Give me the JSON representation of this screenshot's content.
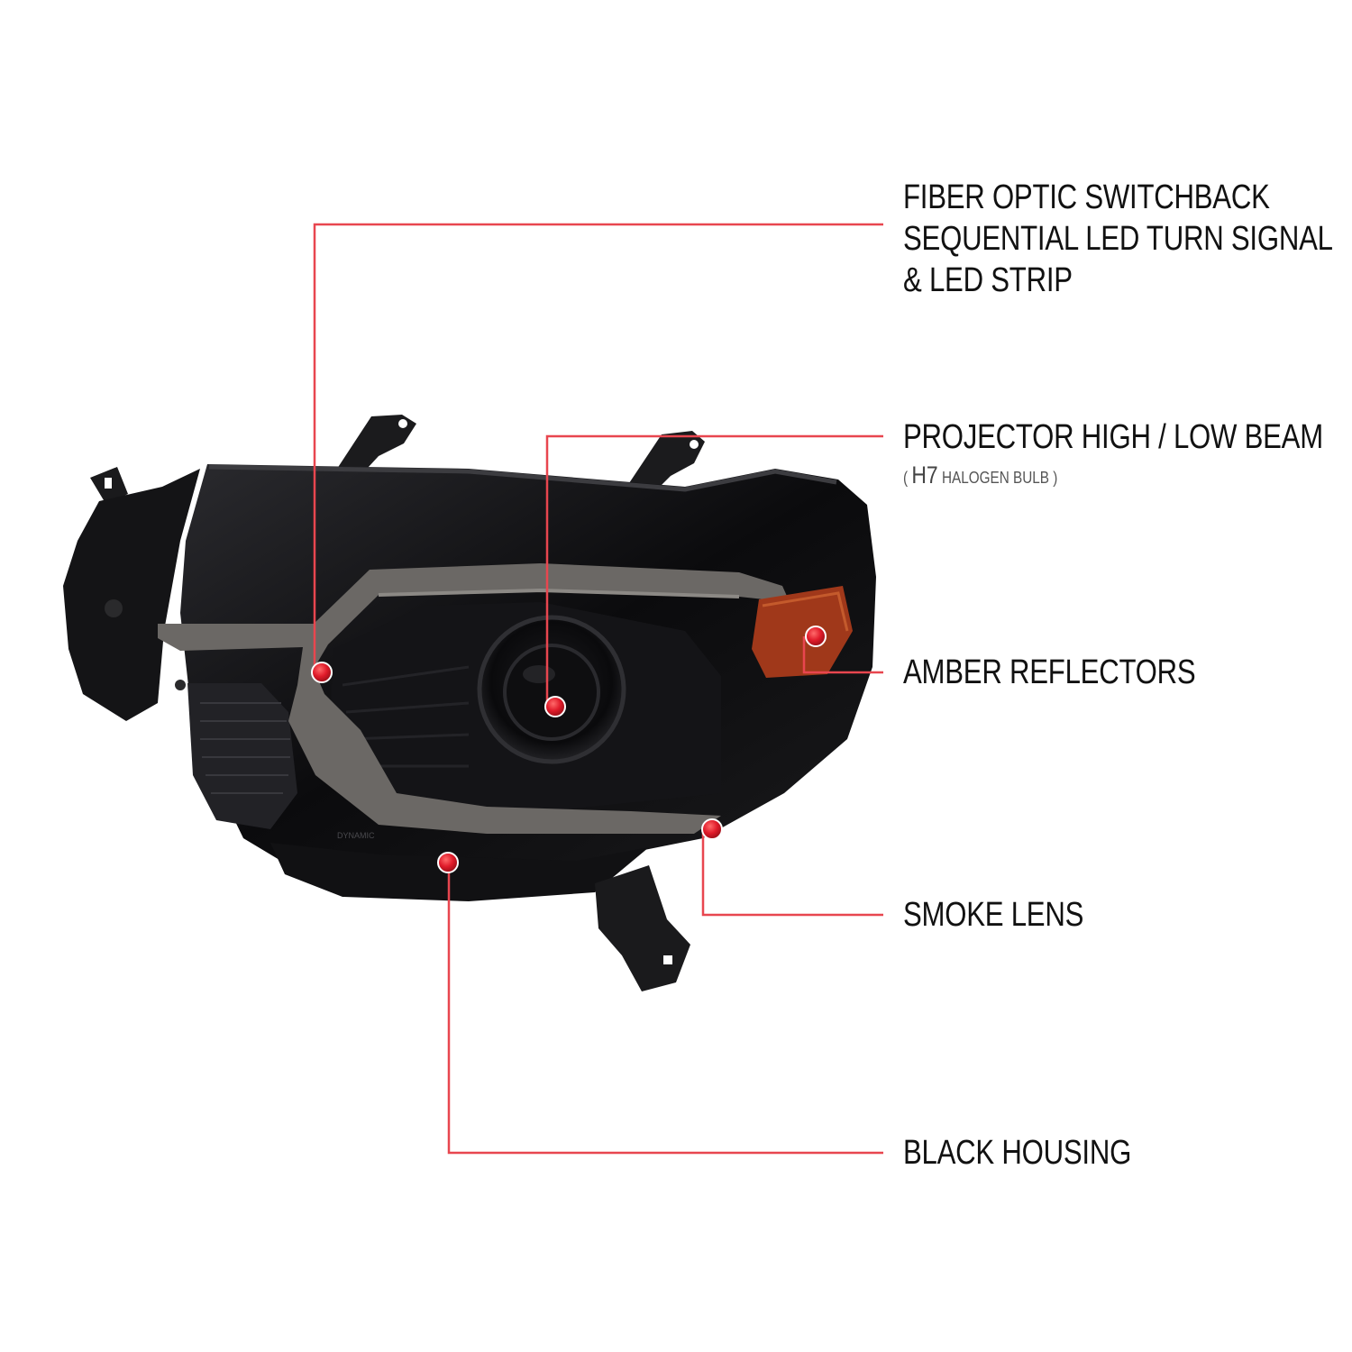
{
  "colors": {
    "leader_line": "#e8464f",
    "marker_dot": "#e01b2a",
    "housing": "#0d0d0f",
    "light_bar": "#6e6b68",
    "amber": "#a83a12",
    "text": "#111111"
  },
  "callouts": [
    {
      "id": "fiber-optic",
      "lines": [
        "FIBER OPTIC SWITCHBACK",
        "SEQUENTIAL LED TURN SIGNAL",
        "& LED STRIP"
      ]
    },
    {
      "id": "projector",
      "lines": [
        "PROJECTOR HIGH / LOW BEAM"
      ],
      "note": {
        "open": "(",
        "bulb": "H7",
        "type": "HALOGEN BULB",
        "close": ")"
      }
    },
    {
      "id": "amber",
      "lines": [
        "AMBER REFLECTORS"
      ]
    },
    {
      "id": "smoke",
      "lines": [
        "SMOKE LENS"
      ]
    },
    {
      "id": "housing",
      "lines": [
        "BLACK HOUSING"
      ]
    }
  ]
}
